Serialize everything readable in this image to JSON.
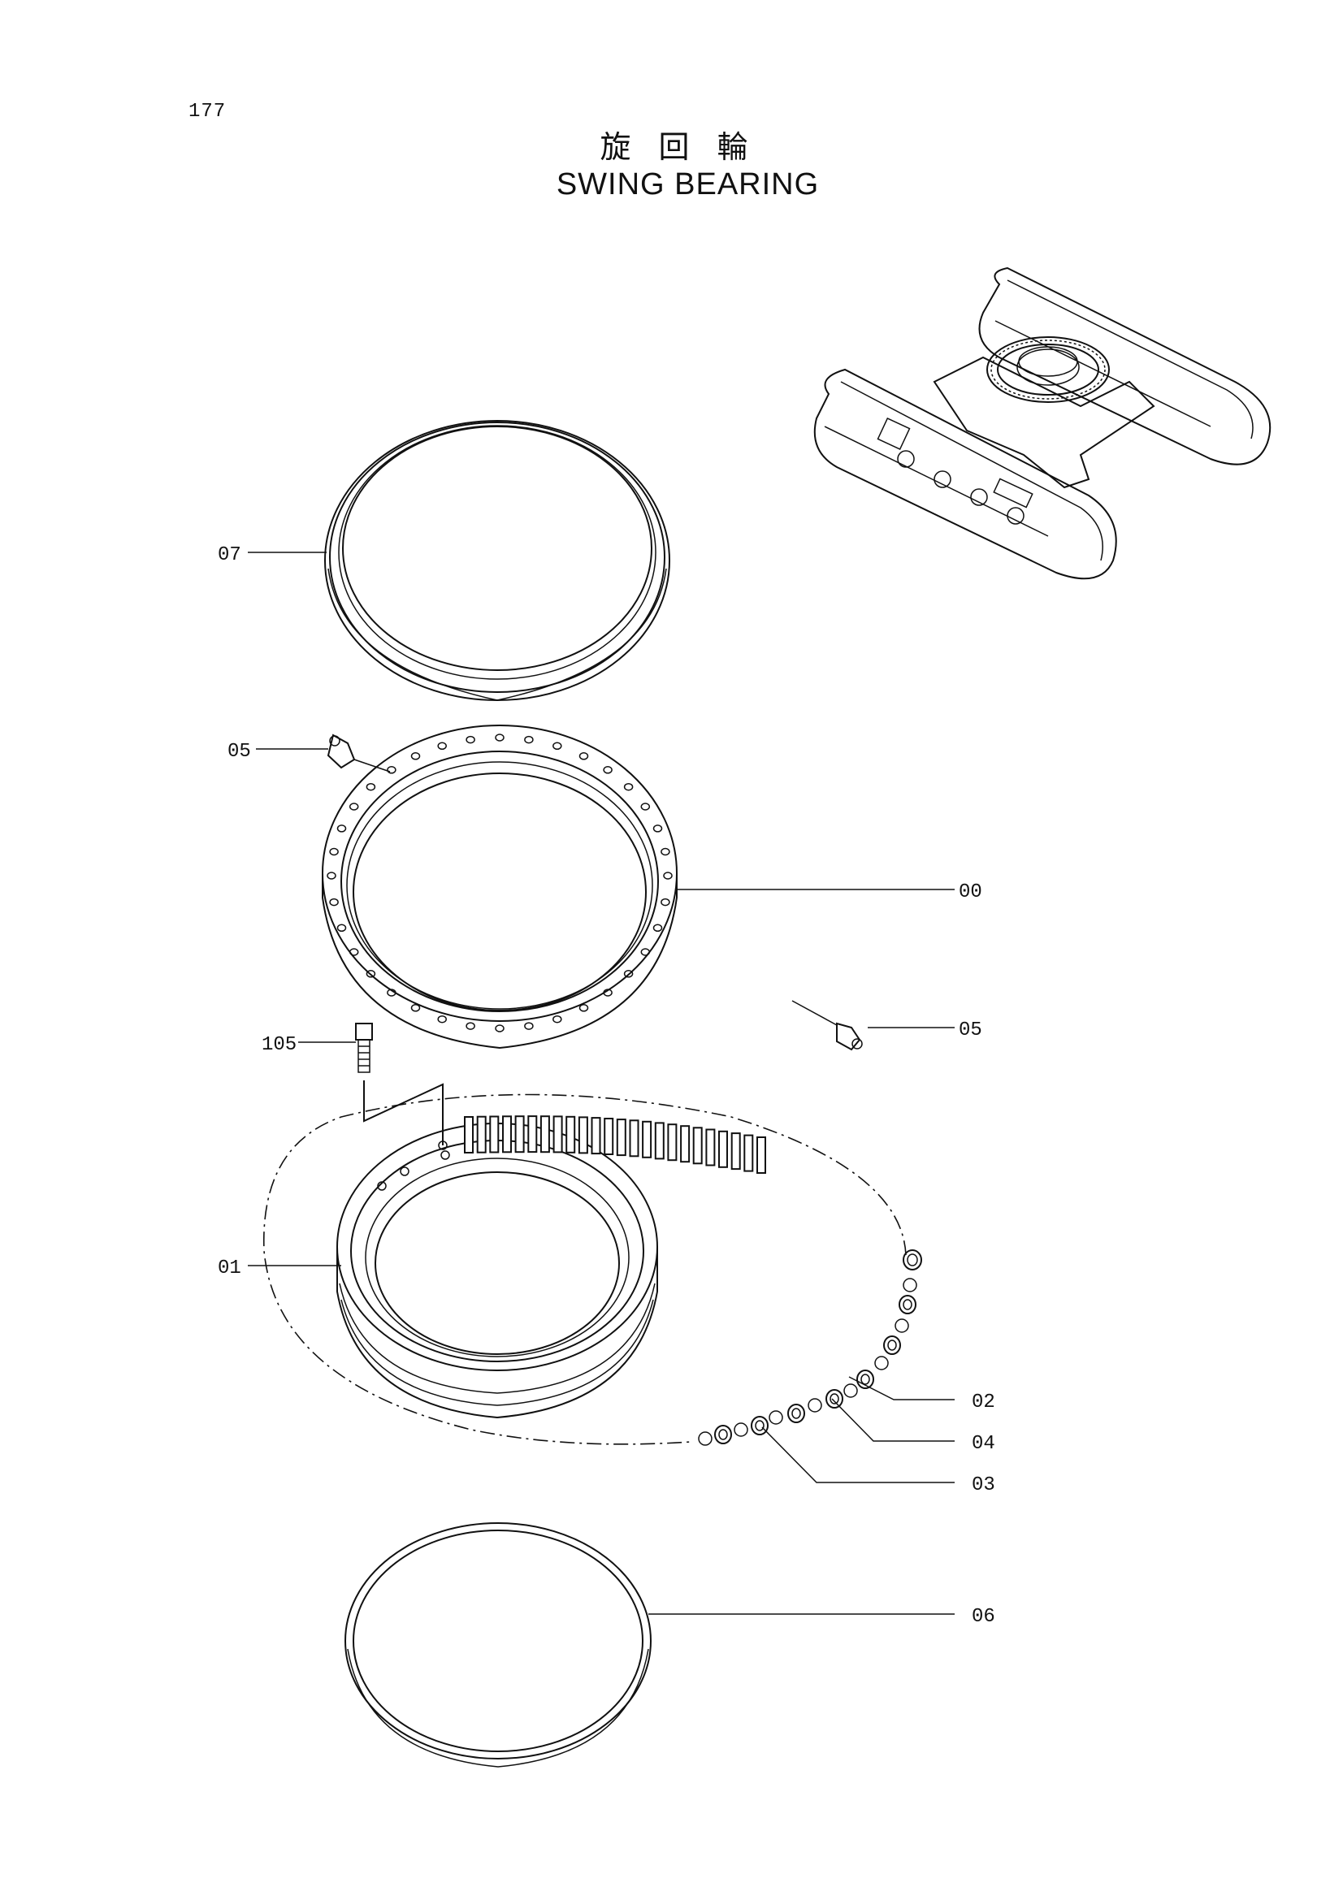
{
  "page_number": "177",
  "title_jp": "旋回輪",
  "title_en": "SWING BEARING",
  "callouts": [
    {
      "id": "07",
      "label": "07"
    },
    {
      "id": "05a",
      "label": "05"
    },
    {
      "id": "00",
      "label": "00"
    },
    {
      "id": "05b",
      "label": "05"
    },
    {
      "id": "105",
      "label": "105"
    },
    {
      "id": "01",
      "label": "01"
    },
    {
      "id": "02",
      "label": "02"
    },
    {
      "id": "04",
      "label": "04"
    },
    {
      "id": "03",
      "label": "03"
    },
    {
      "id": "06",
      "label": "06"
    }
  ]
}
